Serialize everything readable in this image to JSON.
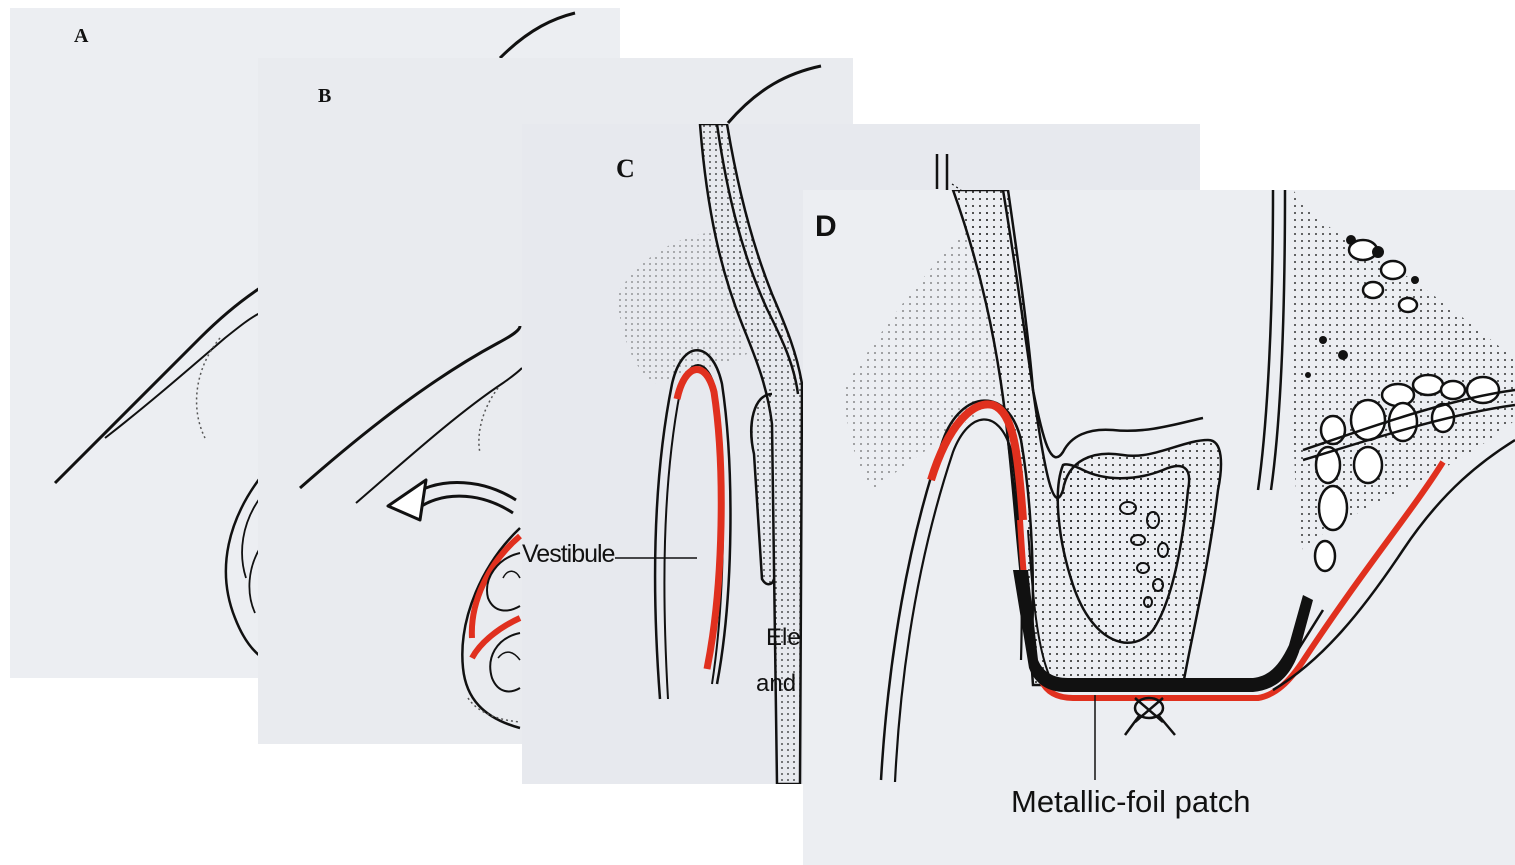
{
  "colors": {
    "tissue_red": "#e0301e",
    "ink": "#111111",
    "panel_bg": "#eceef2"
  },
  "panels": [
    {
      "label": "A"
    },
    {
      "label": "B"
    },
    {
      "label": "C",
      "labels": {
        "vestibule": "Vestibule",
        "partial_line_1": "Ele",
        "partial_line_2": "and"
      }
    },
    {
      "label": "D",
      "labels": {
        "foil_patch": "Metallic-foil patch"
      }
    }
  ],
  "icons": [
    "curved-arrow-icon",
    "suture-knot-icon"
  ]
}
